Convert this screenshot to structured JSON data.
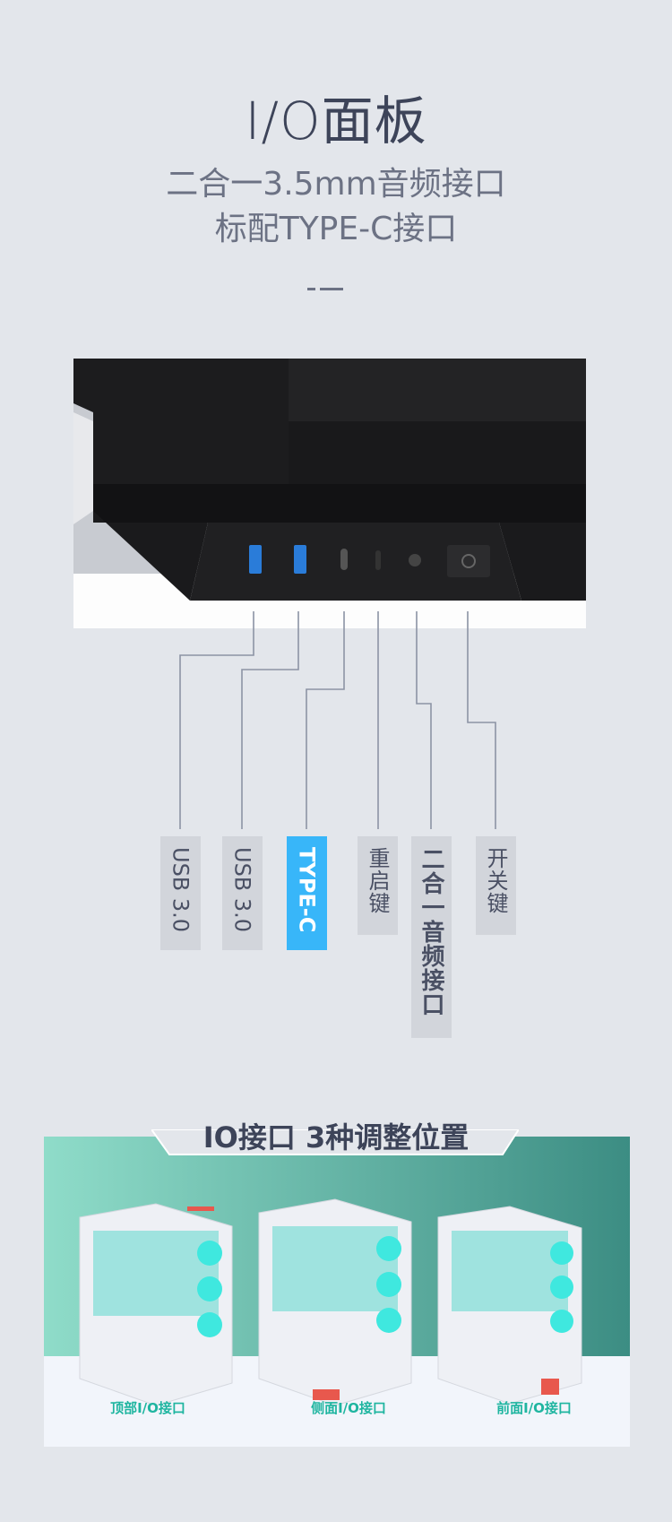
{
  "header": {
    "title": "I/O面板",
    "line1": "二合一3.5mm音频接口",
    "line2": "标配TYPE-C接口"
  },
  "labels": [
    {
      "text": "USB 3.0"
    },
    {
      "text": "USB 3.0"
    },
    {
      "text": "TYPE-C",
      "highlight": "#38b6f9"
    },
    {
      "text": "重启键"
    },
    {
      "text": "二合一音频接口"
    },
    {
      "text": "开关键"
    }
  ],
  "positions": {
    "title": "IO接口 3种调整位置",
    "items": [
      {
        "label": "顶部I/O接口"
      },
      {
        "label": "侧面I/O接口"
      },
      {
        "label": "前面I/O接口"
      }
    ]
  },
  "colors": {
    "accent": "#38b6f9",
    "teal": "#1fb5a0",
    "marker": "#e8584d"
  }
}
